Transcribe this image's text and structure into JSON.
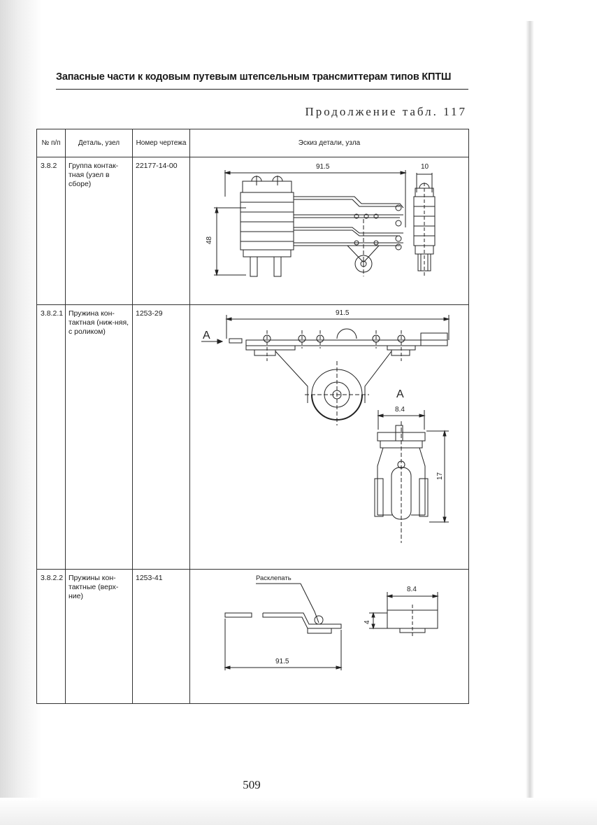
{
  "header": {
    "running_title": "Запасные части к кодовым путевым штепсельным трансмиттерам типов КПТШ",
    "continuation": "Продолжение табл. 117"
  },
  "table": {
    "headers": {
      "num": "№ п/п",
      "part": "Деталь, узел",
      "drawing": "Номер чертежа",
      "sketch": "Эскиз детали, узла"
    },
    "rows": [
      {
        "num": "3.8.2",
        "part": "Группа контак-тная (узел в сборе)",
        "drawing": "22177-14-00",
        "dims": {
          "length": "91.5",
          "width": "10",
          "height": "48"
        }
      },
      {
        "num": "3.8.2.1",
        "part": "Пружина кон-тактная (ниж-няя, с роликом)",
        "drawing": "1253-29",
        "dims": {
          "length": "91.5",
          "view_mark": "A",
          "section_label": "A",
          "width": "8.4",
          "height": "17"
        }
      },
      {
        "num": "3.8.2.2",
        "part": "Пружины кон-тактные (верх-ние)",
        "drawing": "1253-41",
        "dims": {
          "rivet_note": "Расклепать",
          "width": "8.4",
          "height": "4",
          "length": "91.5"
        }
      }
    ]
  },
  "footer": {
    "page_number": "509"
  }
}
